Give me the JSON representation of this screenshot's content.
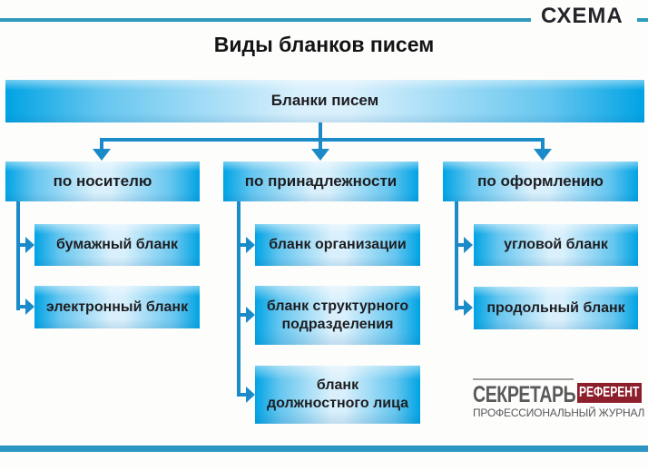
{
  "header": {
    "scheme_label": "СХЕМА",
    "title": "Виды бланков писем"
  },
  "tree": {
    "root_label": "Бланки писем",
    "branches": [
      {
        "label": "по носителю",
        "children": [
          "бумажный бланк",
          "электронный бланк"
        ]
      },
      {
        "label": "по принадлежности",
        "children": [
          "бланк организации",
          "бланк структурного\nподразделения",
          "бланк\nдолжностного лица"
        ]
      },
      {
        "label": "по оформлению",
        "children": [
          "угловой бланк",
          "продольный бланк"
        ]
      }
    ]
  },
  "logo": {
    "name": "СЕКРЕТАРЬ",
    "badge": "РЕФЕРЕНТ",
    "tagline": "ПРОФЕССИОНАЛЬНЫЙ ЖУРНАЛ"
  },
  "colors": {
    "box_edge": "#00a3e4",
    "box_light": "#d9f0fc",
    "arrow": "#1a8ac9",
    "rule": "#2d9abc",
    "bottom_bar": "#2b95c3",
    "logo_red": "#8d1f2d",
    "logo_gray": "#58595b",
    "text_dark": "#1d1e22"
  }
}
